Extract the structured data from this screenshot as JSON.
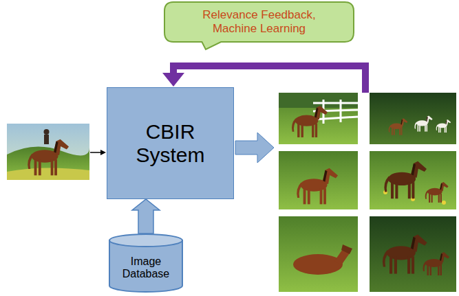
{
  "diagram": {
    "nodes": [
      {
        "text": [
          "Relevance Feedback, Machine Learning"
        ]
      },
      {
        "text": [
          "CBIR System"
        ]
      },
      {
        "text": [
          "Image Database"
        ]
      }
    ],
    "edges": [
      {
        "from": 2,
        "to": 1,
        "arrow": "to"
      }
    ]
  }
}
